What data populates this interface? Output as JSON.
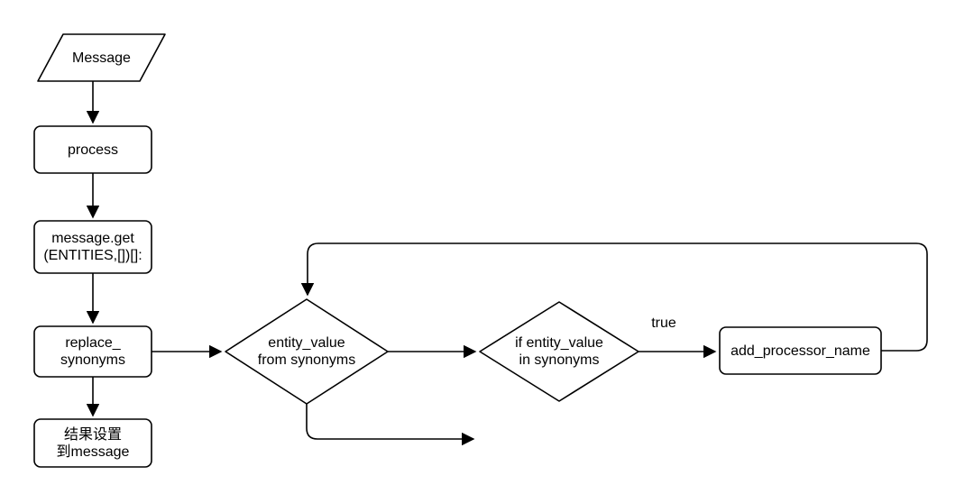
{
  "diagram": {
    "colors": {
      "background": "#ffffff",
      "stroke": "#000000",
      "text": "#000000"
    },
    "nodes": [
      {
        "id": "message",
        "type": "parallelogram-io",
        "label": "Message"
      },
      {
        "id": "process",
        "type": "process-rect",
        "label": "process"
      },
      {
        "id": "message-get",
        "type": "process-rect",
        "label": "message.get\n(ENTITIES,[])[]:"
      },
      {
        "id": "replace-synonyms",
        "type": "process-rect",
        "label": "replace_\nsynonyms"
      },
      {
        "id": "set-result-to-message",
        "type": "process-rect",
        "label": "结果设置\n到message"
      },
      {
        "id": "entity-value-from-synonyms",
        "type": "decision-diamond",
        "label": "entity_value\nfrom synonyms"
      },
      {
        "id": "if-entity-value-in-synonyms",
        "type": "decision-diamond",
        "label": "if entity_value\nin synonyms"
      },
      {
        "id": "add-processor-name",
        "type": "process-rect",
        "label": "add_processor_name"
      }
    ],
    "edge_labels": {
      "true_branch": "true"
    }
  }
}
